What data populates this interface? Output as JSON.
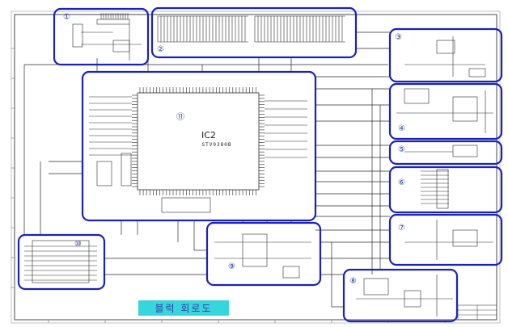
{
  "ic_label": "IC2",
  "ic_part": "STV9380B",
  "caption": "블럭 회로도",
  "blocks": [
    {
      "id": "1",
      "label": "①",
      "name": "block-1"
    },
    {
      "id": "2",
      "label": "②",
      "name": "block-2"
    },
    {
      "id": "3",
      "label": "③",
      "name": "block-3"
    },
    {
      "id": "4",
      "label": "④",
      "name": "block-4"
    },
    {
      "id": "5",
      "label": "⑤",
      "name": "block-5"
    },
    {
      "id": "6",
      "label": "⑥",
      "name": "block-6"
    },
    {
      "id": "7",
      "label": "⑦",
      "name": "block-7"
    },
    {
      "id": "8",
      "label": "⑧",
      "name": "block-8"
    },
    {
      "id": "9",
      "label": "⑨",
      "name": "block-9"
    },
    {
      "id": "10",
      "label": "⑩",
      "name": "block-10"
    },
    {
      "id": "11",
      "label": "⑪",
      "name": "block-11"
    }
  ],
  "colors": {
    "block_border": "#1a22b8",
    "wire": "#2a2a2a",
    "caption_bg": "#36d6dd",
    "caption_text": "#3a3aa8",
    "frame": "#4a4a4a"
  }
}
